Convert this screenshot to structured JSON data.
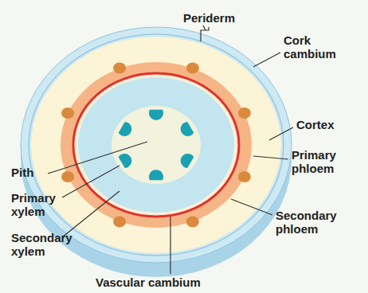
{
  "diagram": {
    "labels": [
      "Periderm",
      "Cork cambium",
      "Cortex",
      "Pith",
      "Primary phloem",
      "Primary xylem",
      "Secondary phloem",
      "Secondary xylem",
      "Vascular cambium"
    ]
  }
}
